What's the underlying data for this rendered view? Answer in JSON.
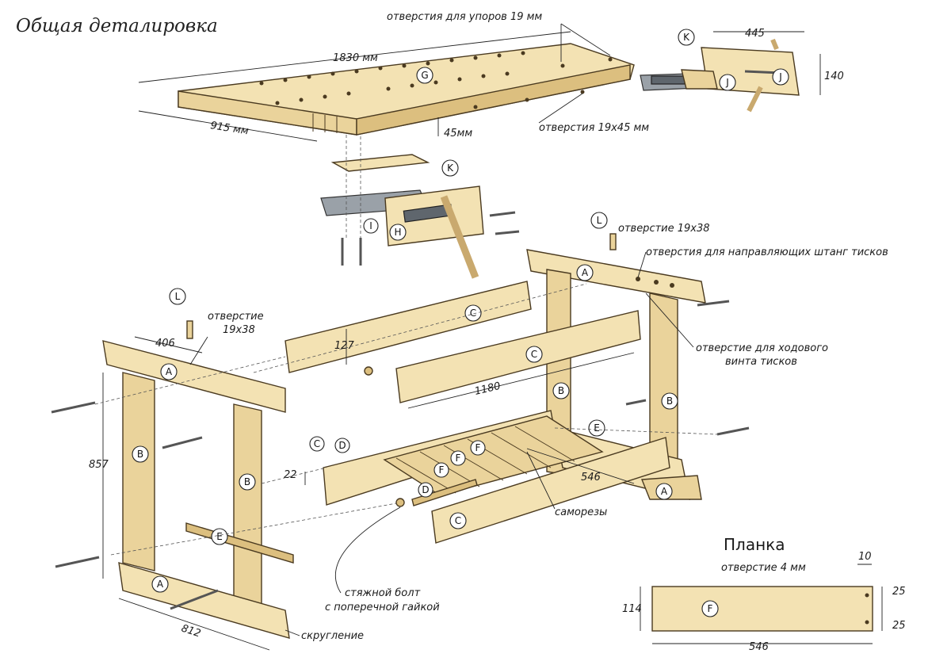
{
  "title": "Общая деталировка",
  "labels": {
    "stop_holes": "отверстия для упоров 19 мм",
    "holes_19x45": "отверстия 19х45 мм",
    "hole_19x38_right": "отверстие 19х38",
    "guide_holes": "отверстия для направляющих штанг тисков",
    "hole_19x38_left_l1": "отверстие",
    "hole_19x38_left_l2": "19х38",
    "screw_hole_l1": "отверстие для ходового",
    "screw_hole_l2": "винта тисков",
    "screws": "саморезы",
    "bolt_l1": "стяжной болт",
    "bolt_l2": "с поперечной гайкой",
    "rounding": "скругление"
  },
  "dimensions": {
    "top_length": "1830 мм",
    "top_width": "915 мм",
    "top_thickness": "45мм",
    "vise_width": "445",
    "vise_height": "140",
    "leg_top": "406",
    "rail_height": "127",
    "rail_length": "1180",
    "leg_height": "857",
    "base_depth": "812",
    "rail_thick": "22",
    "slat_length": "546"
  },
  "parts": {
    "A": "A",
    "B": "B",
    "C": "C",
    "D": "D",
    "E": "E",
    "F": "F",
    "G": "G",
    "H": "H",
    "I": "I",
    "J": "J",
    "K": "K",
    "L": "L"
  },
  "inset": {
    "title": "Планка",
    "hole": "отверстие 4 мм",
    "part": "F",
    "offset": "10",
    "height": "114",
    "edge_top": "25",
    "edge_bottom": "25",
    "length": "546"
  }
}
